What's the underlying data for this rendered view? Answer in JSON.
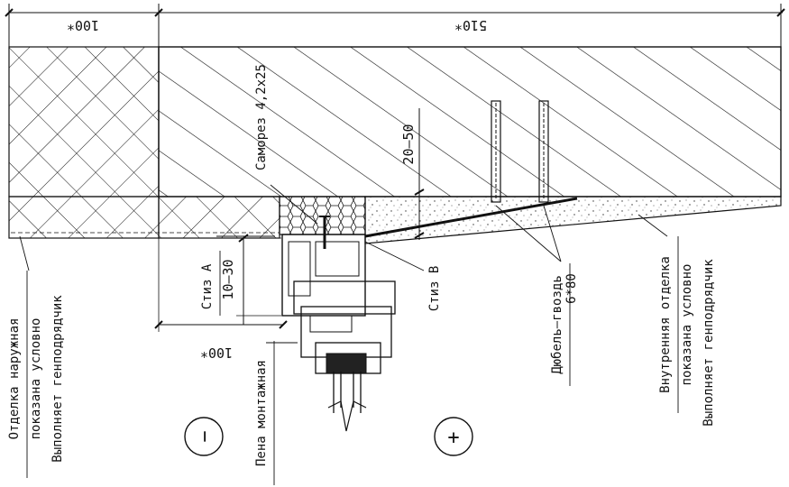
{
  "dimensions": {
    "left_width": "100*",
    "right_width": "510*",
    "bottom_width": "100*",
    "gap": "10–30",
    "depth": "20–50"
  },
  "labels": {
    "screw": "Саморез 4,2х25",
    "joint_a": "Стиз А",
    "joint_b": "Стиз В",
    "foam": "Пена монтажная",
    "dowel_line1": "Дюбель–гвоздь",
    "dowel_line2": "6*80",
    "inner_line1": "Внутренняя отделка",
    "inner_line2": "показана условно",
    "inner_line3": "Выполняет генподрядчик",
    "outer_line1": "Отделка наружная",
    "outer_line2": "показана условно",
    "outer_line3": "Выполняет генподрядчик"
  },
  "symbols": {
    "minus": "−",
    "plus": "+"
  }
}
